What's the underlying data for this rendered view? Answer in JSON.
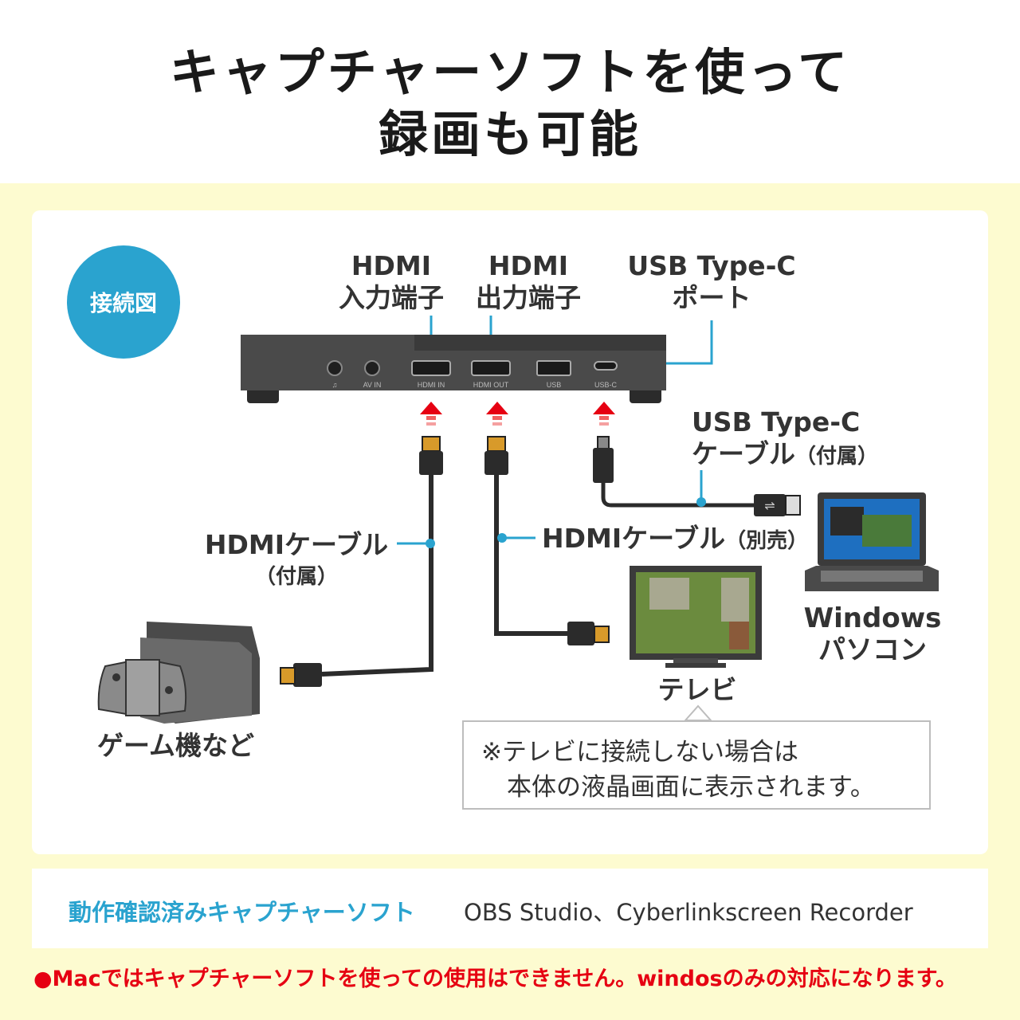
{
  "title": {
    "line1": "キャプチャーソフトを使って",
    "line2": "録画も可能"
  },
  "badge": "接続図",
  "ports": {
    "hdmi_in_label": [
      "HDMI",
      "入力端子"
    ],
    "hdmi_out_label": [
      "HDMI",
      "出力端子"
    ],
    "usbc_label": [
      "USB Type-C",
      "ポート"
    ],
    "device_ports": [
      "AV IN",
      "HDMI IN",
      "HDMI OUT",
      "USB",
      "USB-C"
    ]
  },
  "cables": {
    "usbc_cable": [
      "USB Type-C",
      "ケーブル",
      "（付属）"
    ],
    "hdmi_included": [
      "HDMIケーブル",
      "（付属）"
    ],
    "hdmi_separate": [
      "HDMIケーブル",
      "（別売）"
    ]
  },
  "devices": {
    "pc": [
      "Windows",
      "パソコン"
    ],
    "tv": "テレビ",
    "game": "ゲーム機など"
  },
  "note": {
    "line1": "※テレビに接続しない場合は",
    "line2": "本体の液晶画面に表示されます。"
  },
  "software": {
    "label": "動作確認済みキャプチャーソフト",
    "names": "OBS Studio、Cyberlinkscreen Recorder"
  },
  "warning": "●Macではキャプチャーソフトを使っての使用はできません。windosのみの対応になります。",
  "colors": {
    "accent_blue": "#2aa3cf",
    "background_yellow": "#fdfbd0",
    "warning_red": "#e60012",
    "arrow_red": "#e60012",
    "device_gray": "#4a4a4a"
  }
}
